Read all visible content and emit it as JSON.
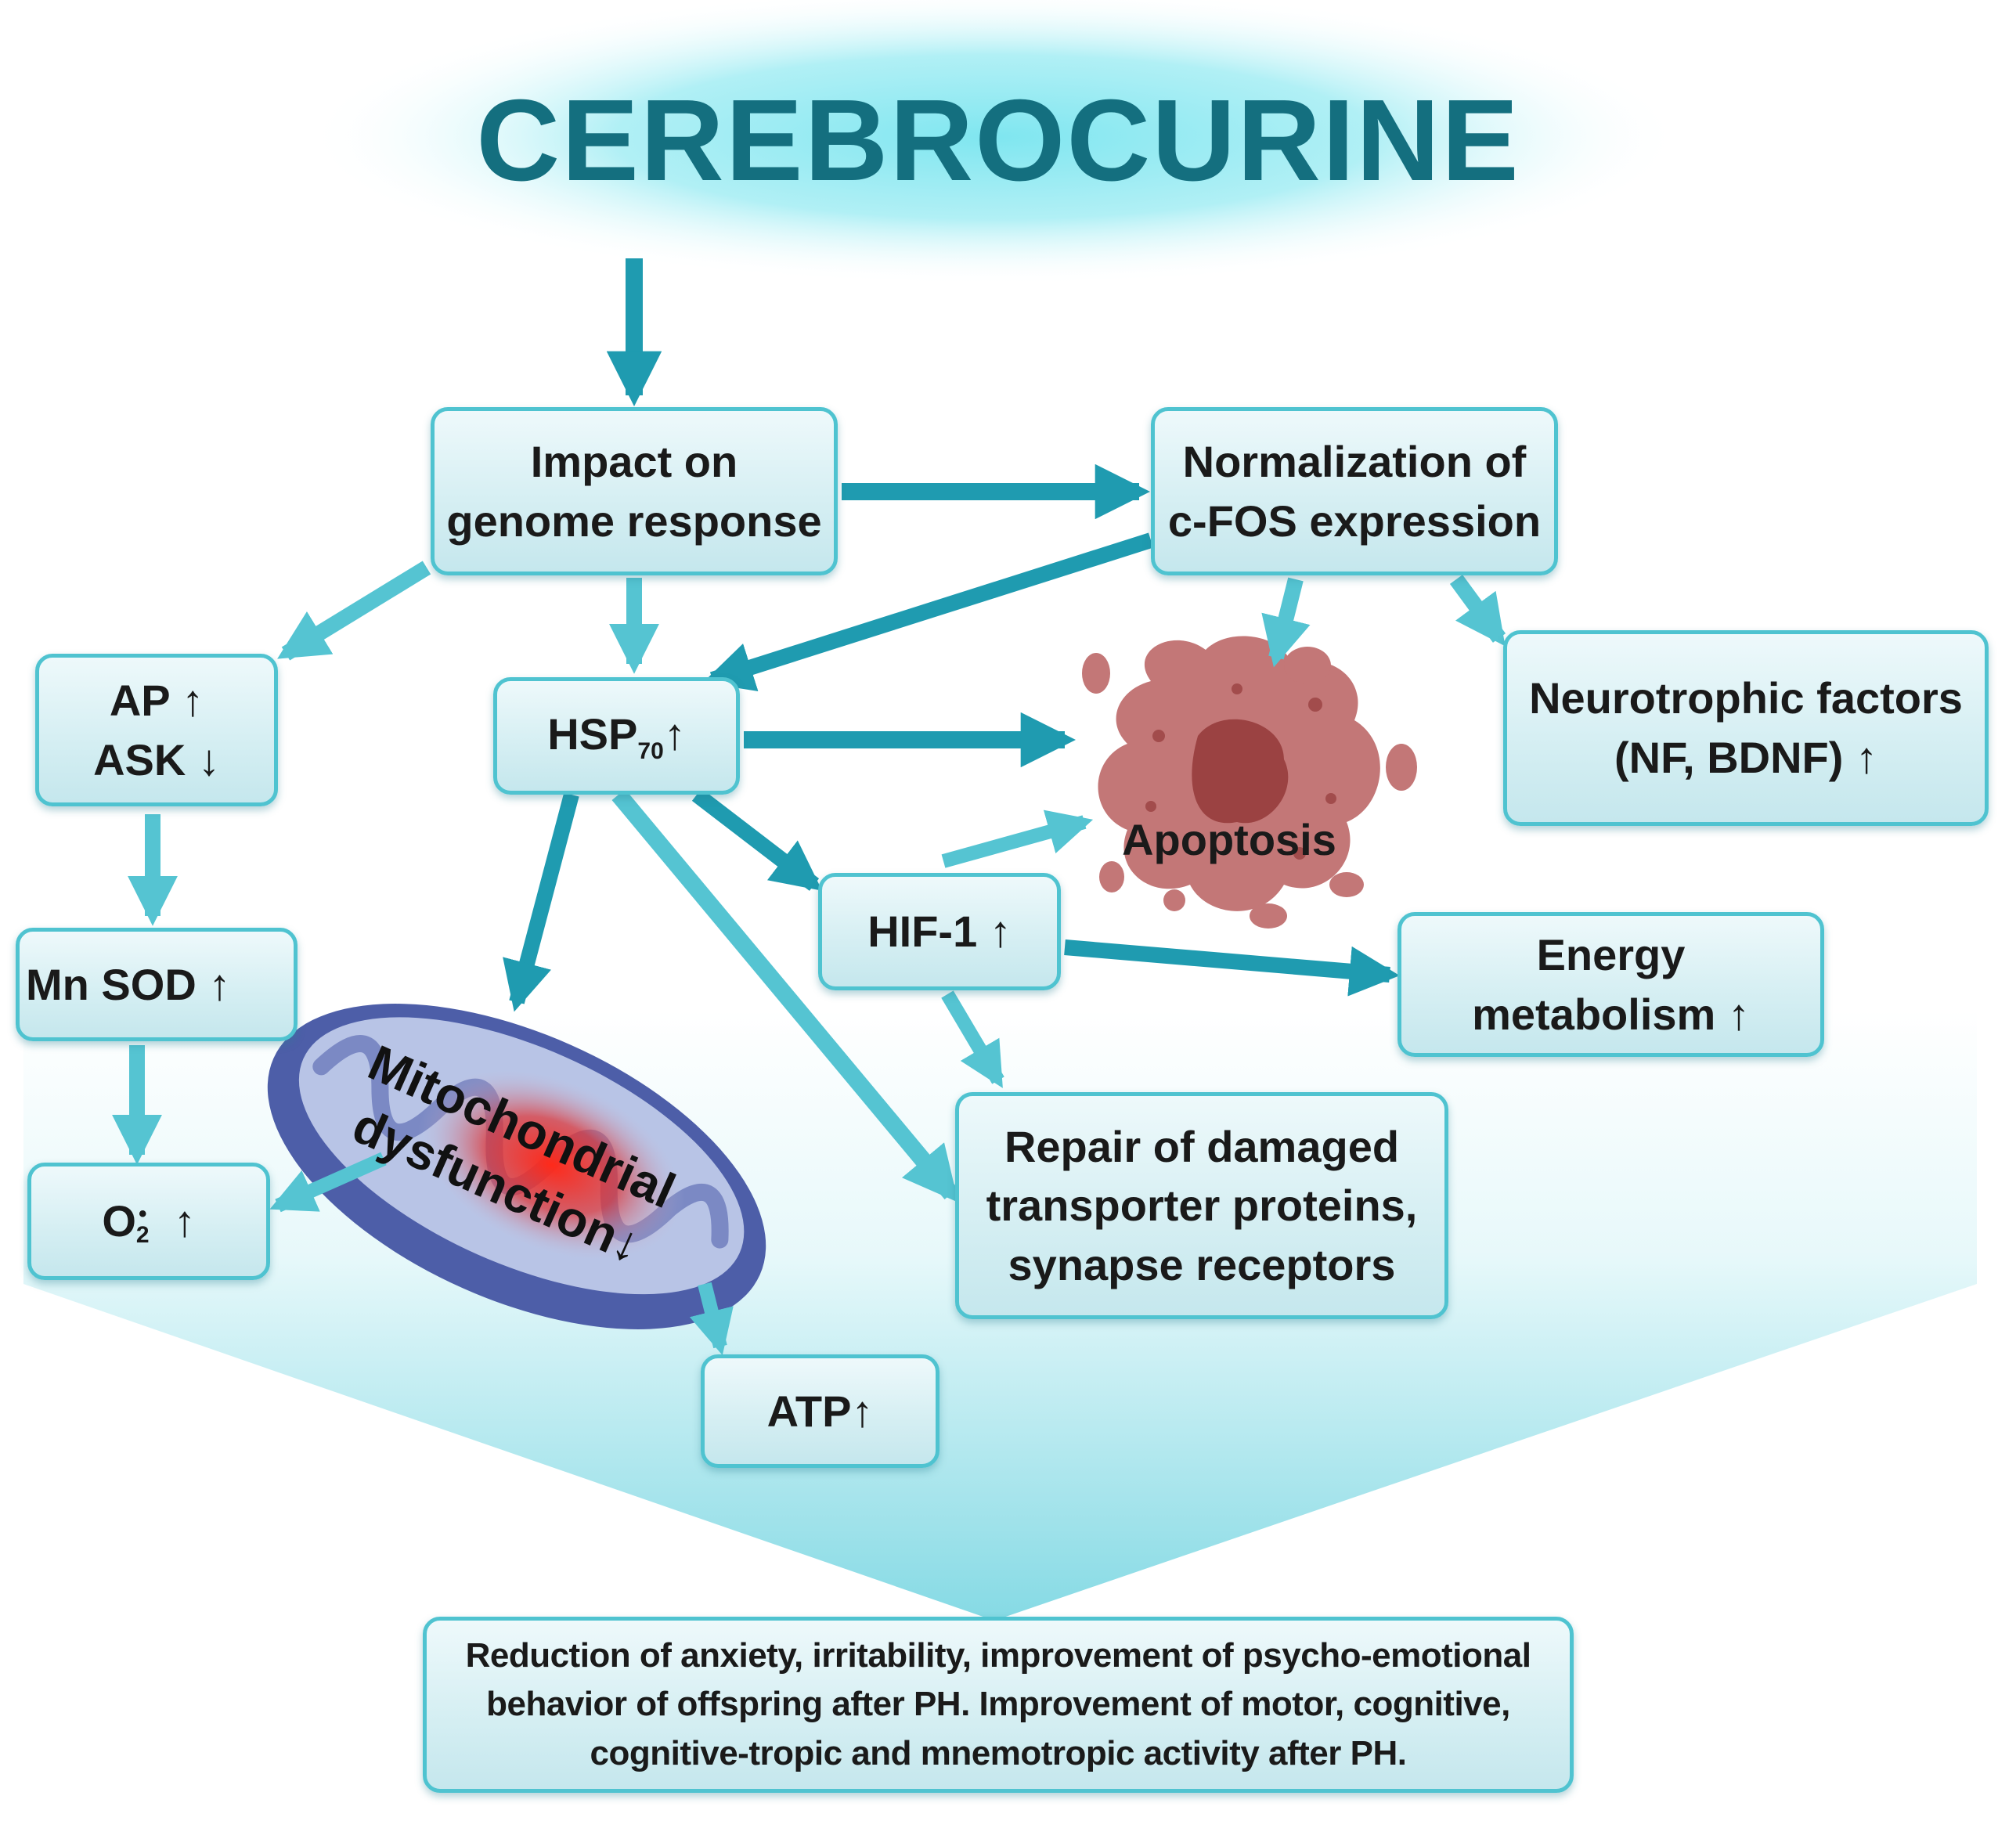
{
  "title": "CEREBROCURINE",
  "nodes": {
    "impact": [
      "Impact on",
      "genome response"
    ],
    "cfos": [
      "Normalization of",
      "c-FOS expression"
    ],
    "ap_ask": [
      "AP ↑",
      "ASK ↓"
    ],
    "hsp": {
      "base": "HSP",
      "sub": "70",
      "arrow": "↑"
    },
    "neurotrophic": [
      "Neurotrophic factors",
      "(NF, BDNF) ↑"
    ],
    "mnsod": "Mn SOD ↑",
    "hif": "HIF-1 ↑",
    "energy": [
      "Energy",
      "metabolism ↑"
    ],
    "superoxide": {
      "base": "O",
      "sup": "•",
      "sub": "2",
      "arrow": "↑"
    },
    "repair": [
      "Repair of damaged",
      "transporter proteins,",
      "synapse receptors"
    ],
    "atp": "ATP↑",
    "outcome": [
      "Reduction of anxiety, irritability, improvement of psycho-emotional",
      "behavior of offspring after PH.  Improvement of motor, cognitive,",
      "cognitive-tropic and mnemotropic activity after PH."
    ]
  },
  "apoptosis": {
    "label": "Apoptosis"
  },
  "mitochondria": {
    "line1": "Mitochondrial",
    "line2": "dysfunction↓"
  },
  "colors": {
    "title": "#146f7f",
    "box_border": "#4fc3d0",
    "arrow": "#1f9bb0",
    "glow": "#c8f1f5",
    "apoptosis": "#b86060",
    "mito_outer": "#4d5ea8",
    "mito_highlight": "#ff2a1a"
  }
}
